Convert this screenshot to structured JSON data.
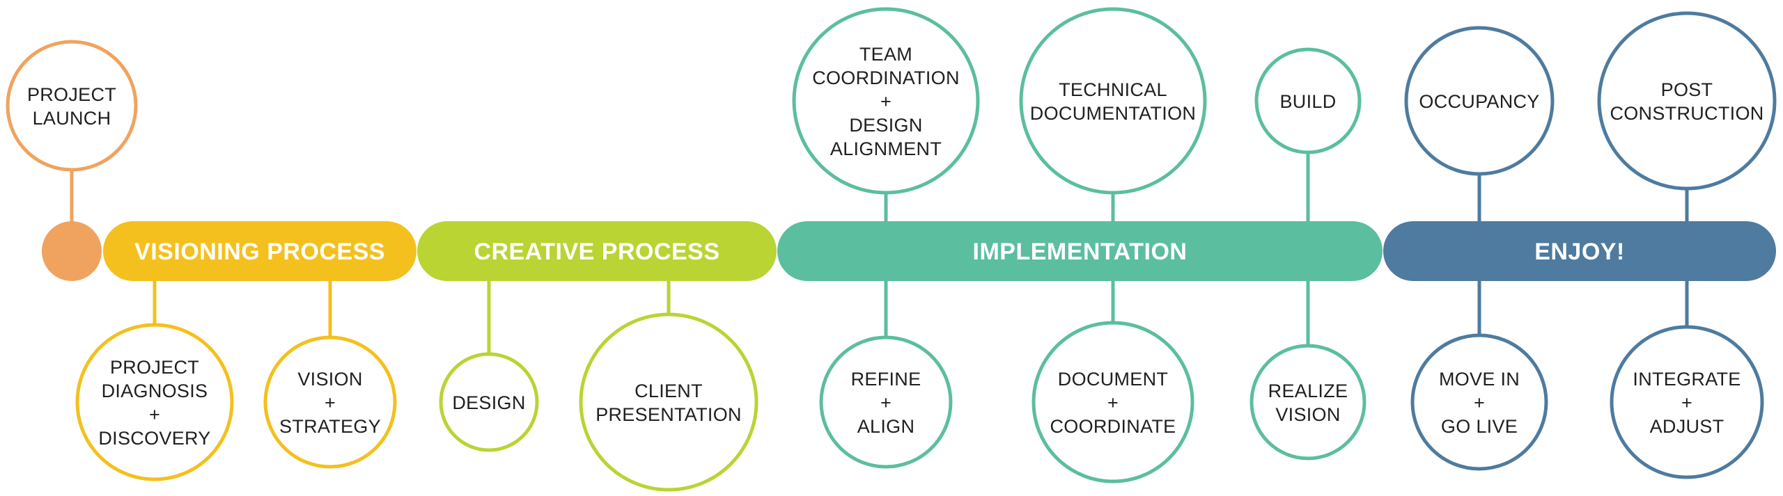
{
  "colors": {
    "launch": "#f0a35e",
    "visioning": "#f4c01e",
    "creative": "#b9d433",
    "implementation": "#5bbe9f",
    "enjoy": "#4e7b9f"
  },
  "phases": [
    {
      "id": "visioning",
      "label": "VISIONING PROCESS"
    },
    {
      "id": "creative",
      "label": "CREATIVE PROCESS"
    },
    {
      "id": "implementation",
      "label": "IMPLEMENTATION"
    },
    {
      "id": "enjoy",
      "label": "ENJOY!"
    }
  ],
  "start": {
    "lines": [
      "PROJECT",
      "LAUNCH"
    ]
  },
  "nodes": [
    {
      "phase": "visioning",
      "position": "below",
      "lines": [
        "PROJECT",
        "DIAGNOSIS",
        "+",
        "DISCOVERY"
      ]
    },
    {
      "phase": "visioning",
      "position": "below",
      "lines": [
        "VISION",
        "+",
        "STRATEGY"
      ]
    },
    {
      "phase": "creative",
      "position": "below",
      "lines": [
        "DESIGN"
      ]
    },
    {
      "phase": "creative",
      "position": "below",
      "lines": [
        "CLIENT",
        "PRESENTATION"
      ]
    },
    {
      "phase": "implementation",
      "position": "above",
      "lines": [
        "TEAM",
        "COORDINATION",
        "+",
        "DESIGN",
        "ALIGNMENT"
      ]
    },
    {
      "phase": "implementation",
      "position": "below",
      "lines": [
        "REFINE",
        "+",
        "ALIGN"
      ]
    },
    {
      "phase": "implementation",
      "position": "above",
      "lines": [
        "TECHNICAL",
        "DOCUMENTATION"
      ]
    },
    {
      "phase": "implementation",
      "position": "below",
      "lines": [
        "DOCUMENT",
        "+",
        "COORDINATE"
      ]
    },
    {
      "phase": "implementation",
      "position": "above",
      "lines": [
        "BUILD"
      ]
    },
    {
      "phase": "implementation",
      "position": "below",
      "lines": [
        "REALIZE",
        "VISION"
      ]
    },
    {
      "phase": "enjoy",
      "position": "above",
      "lines": [
        "OCCUPANCY"
      ]
    },
    {
      "phase": "enjoy",
      "position": "below",
      "lines": [
        "MOVE IN",
        "+",
        "GO LIVE"
      ]
    },
    {
      "phase": "enjoy",
      "position": "above",
      "lines": [
        "POST",
        "CONSTRUCTION"
      ]
    },
    {
      "phase": "enjoy",
      "position": "below",
      "lines": [
        "INTEGRATE",
        "+",
        "ADJUST"
      ]
    }
  ]
}
